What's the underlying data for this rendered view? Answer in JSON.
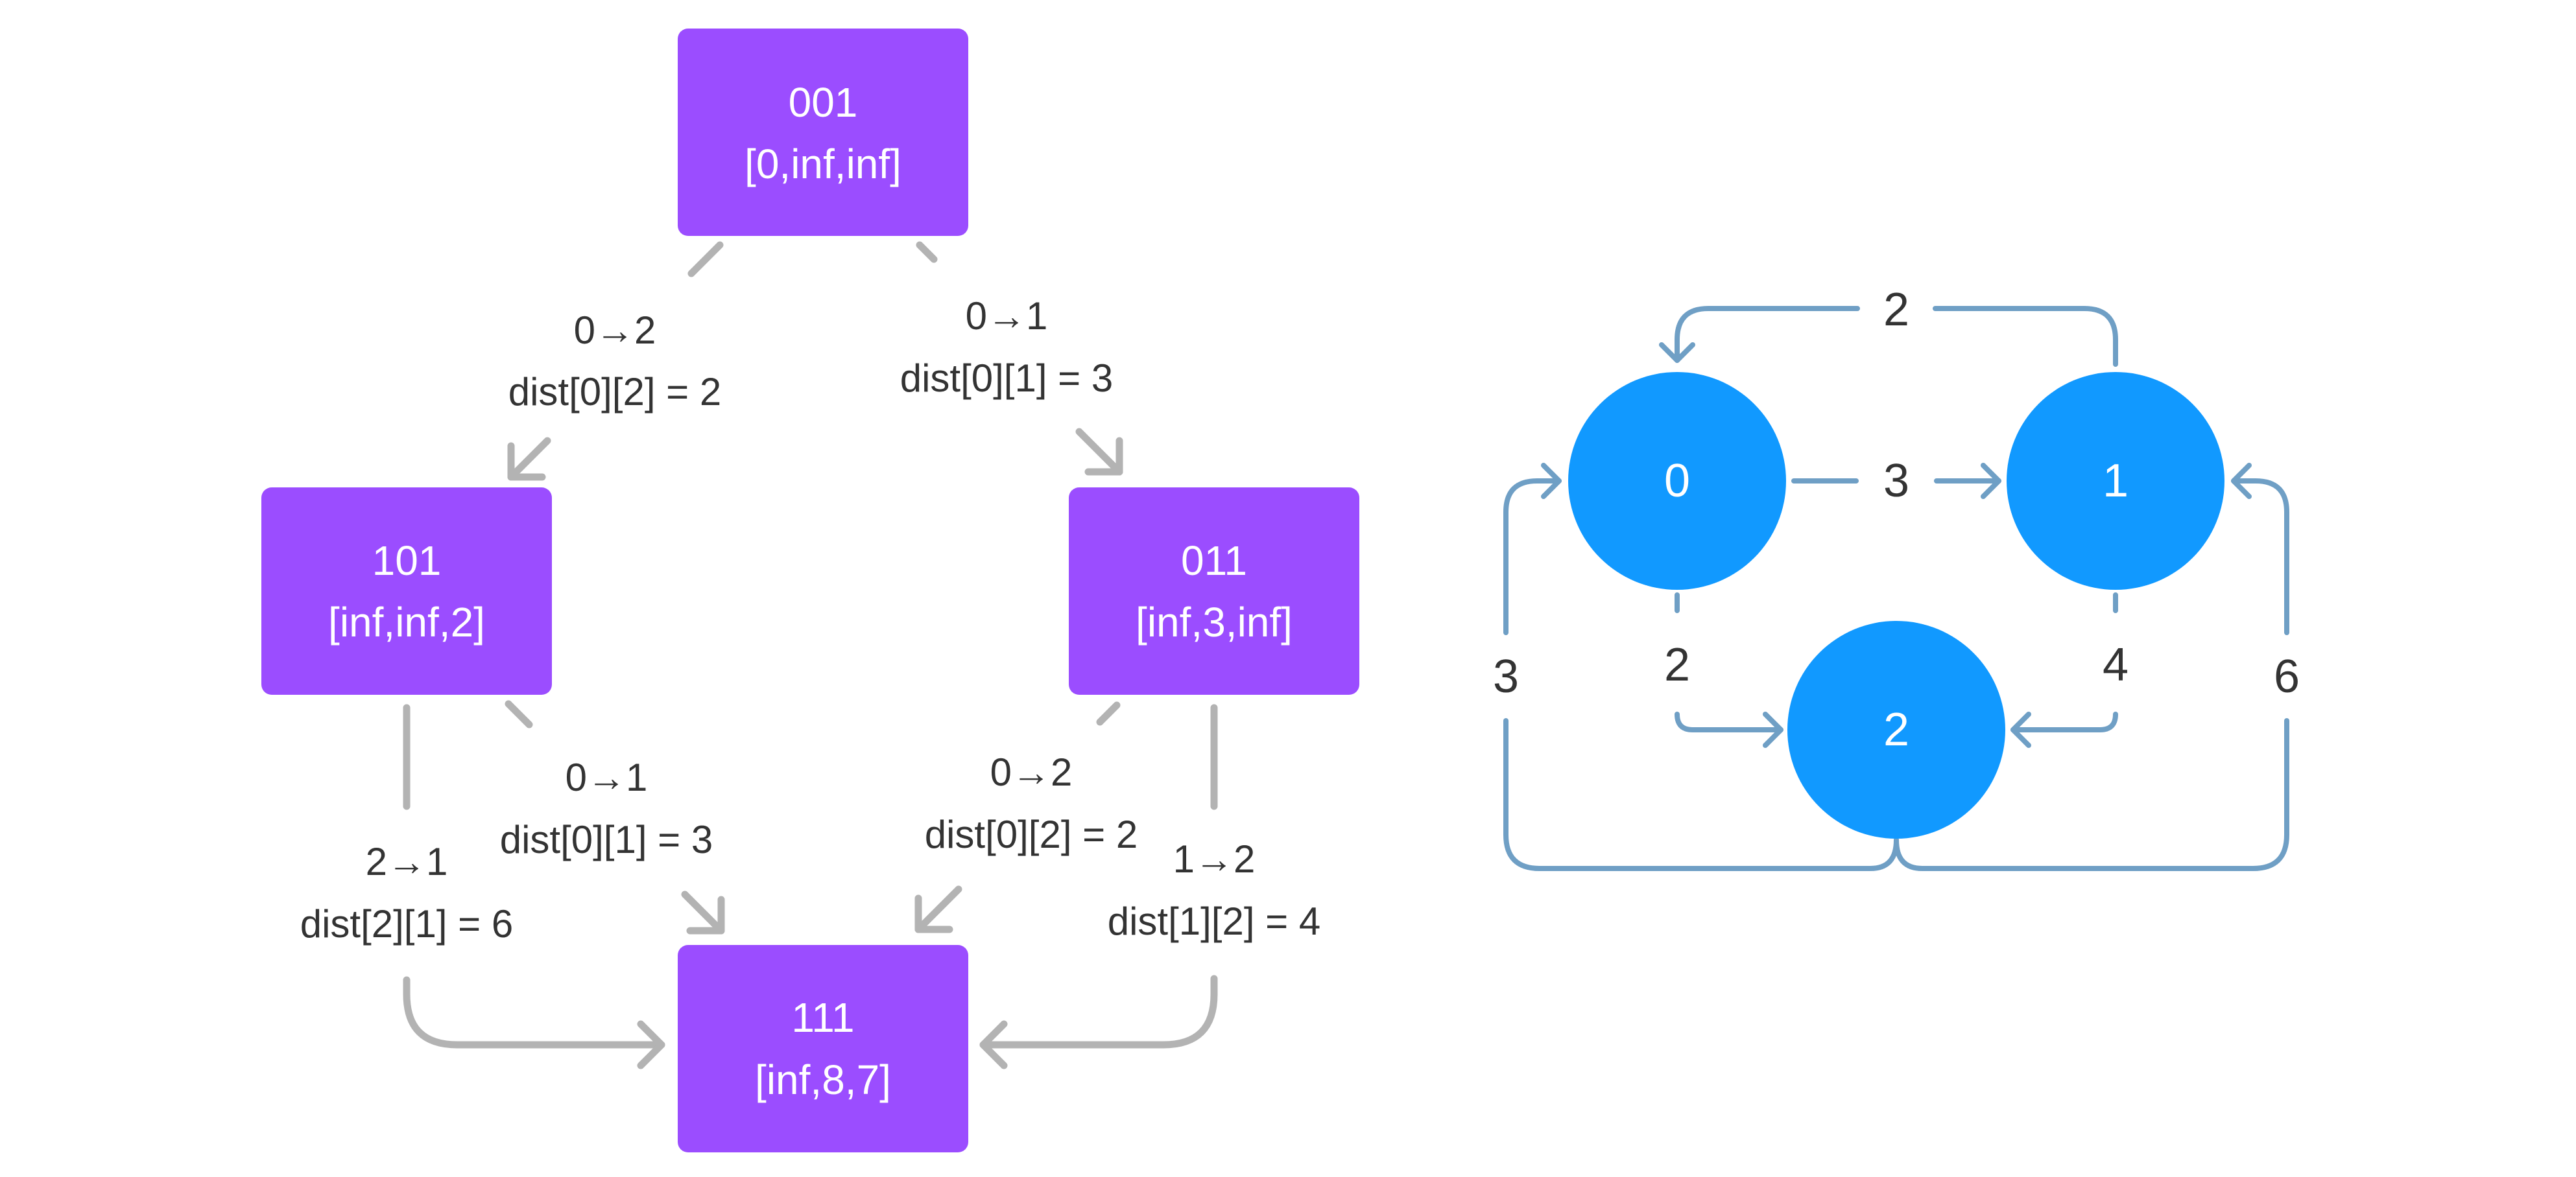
{
  "state_diagram": {
    "states": [
      {
        "mask": "001",
        "dist": "[0,inf,inf]"
      },
      {
        "mask": "101",
        "dist": "[inf,inf,2]"
      },
      {
        "mask": "011",
        "dist": "[inf,3,inf]"
      },
      {
        "mask": "111",
        "dist": "[inf,8,7]"
      }
    ],
    "transitions": [
      {
        "move": "0→2",
        "calc": "dist[0][2] = 2"
      },
      {
        "move": "0→1",
        "calc": "dist[0][1] = 3"
      },
      {
        "move": "0→1",
        "calc": "dist[0][1] = 3"
      },
      {
        "move": "0→2",
        "calc": "dist[0][2] = 2"
      },
      {
        "move": "2→1",
        "calc": "dist[2][1] = 6"
      },
      {
        "move": "1→2",
        "calc": "dist[1][2] = 4"
      }
    ]
  },
  "graph": {
    "nodes": [
      "0",
      "1",
      "2"
    ],
    "weights": {
      "w_1_to_0": "2",
      "w_0_to_1": "3",
      "w_0_to_2": "2",
      "w_1_to_2": "4",
      "w_2_to_0": "3",
      "w_2_to_1": "6"
    }
  }
}
